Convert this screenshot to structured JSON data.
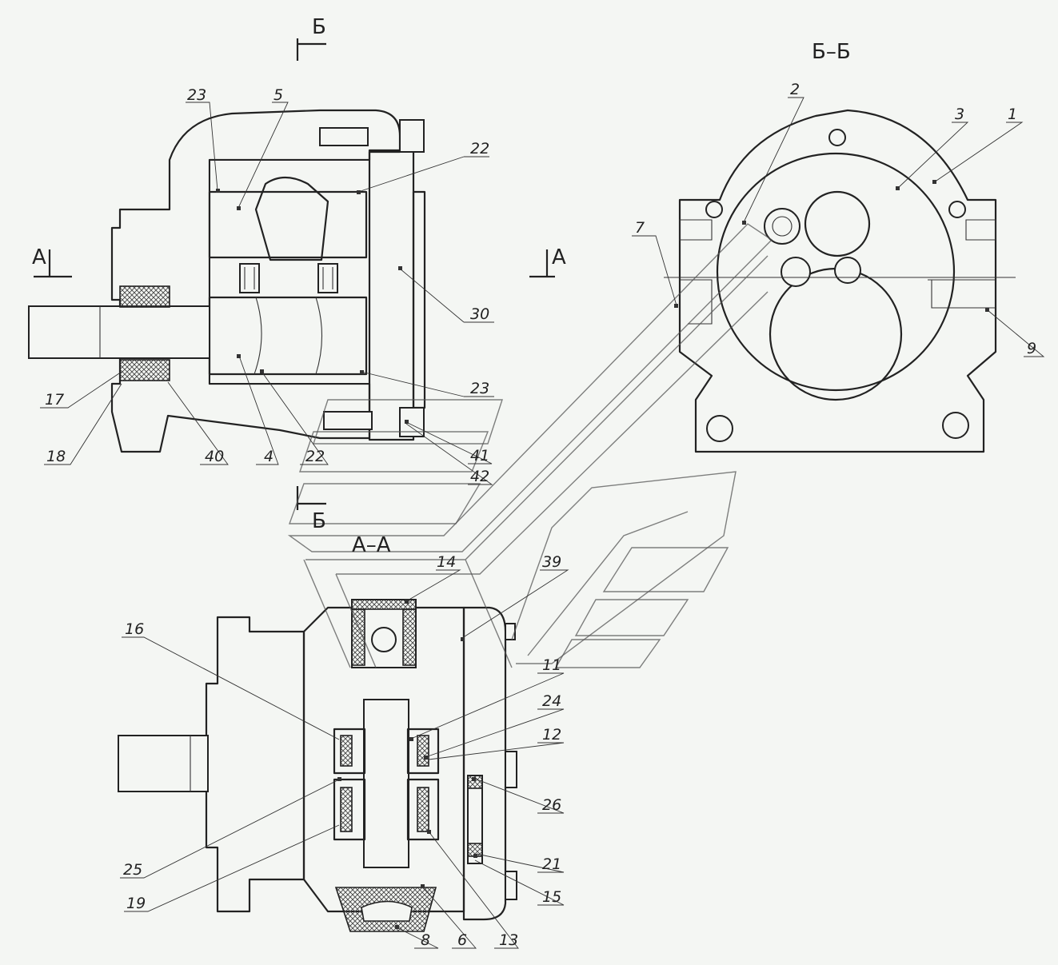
{
  "section_titles": {
    "section_aa": "А–А",
    "section_bb": "Б–Б",
    "cut_b_top": "Б",
    "cut_b_bottom": "Б",
    "cut_a_left": "А",
    "cut_a_right": "А"
  },
  "callouts": {
    "c23a": "23",
    "c5": "5",
    "c22a": "22",
    "c30": "30",
    "c23b": "23",
    "c17": "17",
    "c18": "18",
    "c40": "40",
    "c4": "4",
    "c22b": "22",
    "c41": "41",
    "c42": "42",
    "c2": "2",
    "c3": "3",
    "c1": "1",
    "c7": "7",
    "c9": "9",
    "c14": "14",
    "c39": "39",
    "c16": "16",
    "c11": "11",
    "c24": "24",
    "c12": "12",
    "c26": "26",
    "c21": "21",
    "c15": "15",
    "c25": "25",
    "c19": "19",
    "c8": "8",
    "c6": "6",
    "c13": "13"
  },
  "colors": {
    "background": "#f4f6f3",
    "line": "#222222",
    "hatch": "#444444"
  }
}
